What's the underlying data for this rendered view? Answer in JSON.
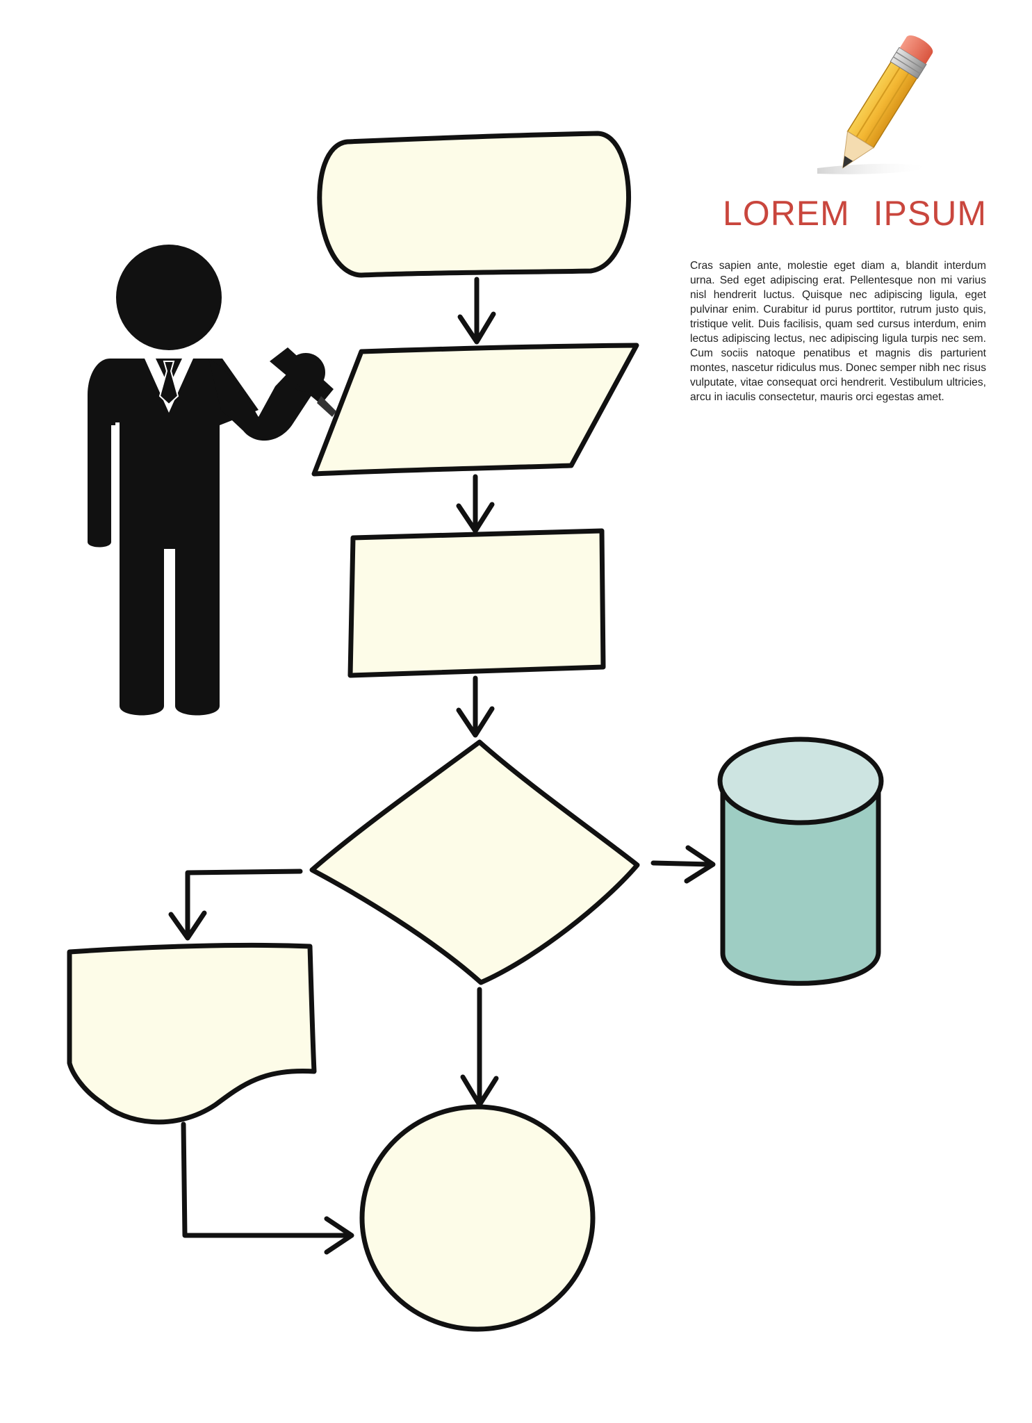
{
  "header": {
    "title_word_1": "LOREM",
    "title_word_2": "IPSUM"
  },
  "body_text": "Cras sapien ante, molestie eget diam a, blandit interdum urna. Sed eget adipiscing erat. Pellentesque non mi varius nisl hendrerit luctus. Quisque nec adipiscing ligula, eget pulvinar enim. Curabitur id purus porttitor, rutrum justo quis, tristique velit. Duis facilisis, quam sed cursus interdum, enim lectus adipiscing lectus, nec adipiscing ligula turpis nec sem. Cum sociis natoque penatibus et magnis dis parturient montes, nascetur ridiculus mus. Donec semper nibh nec risus vulputate, vitae consequat orci hendrerit. Vestibulum ultricies, arcu in iaculis consectetur, mauris orci egestas amet.",
  "colors": {
    "title": "#c9463d",
    "shape_fill": "#fdfce8",
    "database_body": "#9ecdc3",
    "database_top": "#cde4e1",
    "stroke": "#111111",
    "figure": "#111111",
    "pencil_body": "#f3b733",
    "pencil_eraser": "#e9735b"
  },
  "icons": {
    "person": "businessman-figure-icon",
    "pencil": "pencil-icon"
  },
  "flowchart": {
    "nodes": [
      {
        "id": "start",
        "shape": "terminator"
      },
      {
        "id": "input",
        "shape": "parallelogram"
      },
      {
        "id": "process",
        "shape": "rectangle"
      },
      {
        "id": "decision",
        "shape": "diamond"
      },
      {
        "id": "storage",
        "shape": "database"
      },
      {
        "id": "document",
        "shape": "document"
      },
      {
        "id": "end",
        "shape": "circle"
      }
    ],
    "edges": [
      {
        "from": "start",
        "to": "input"
      },
      {
        "from": "input",
        "to": "process"
      },
      {
        "from": "process",
        "to": "decision"
      },
      {
        "from": "decision",
        "to": "storage"
      },
      {
        "from": "decision",
        "to": "document"
      },
      {
        "from": "decision",
        "to": "end"
      },
      {
        "from": "document",
        "to": "end"
      }
    ]
  }
}
